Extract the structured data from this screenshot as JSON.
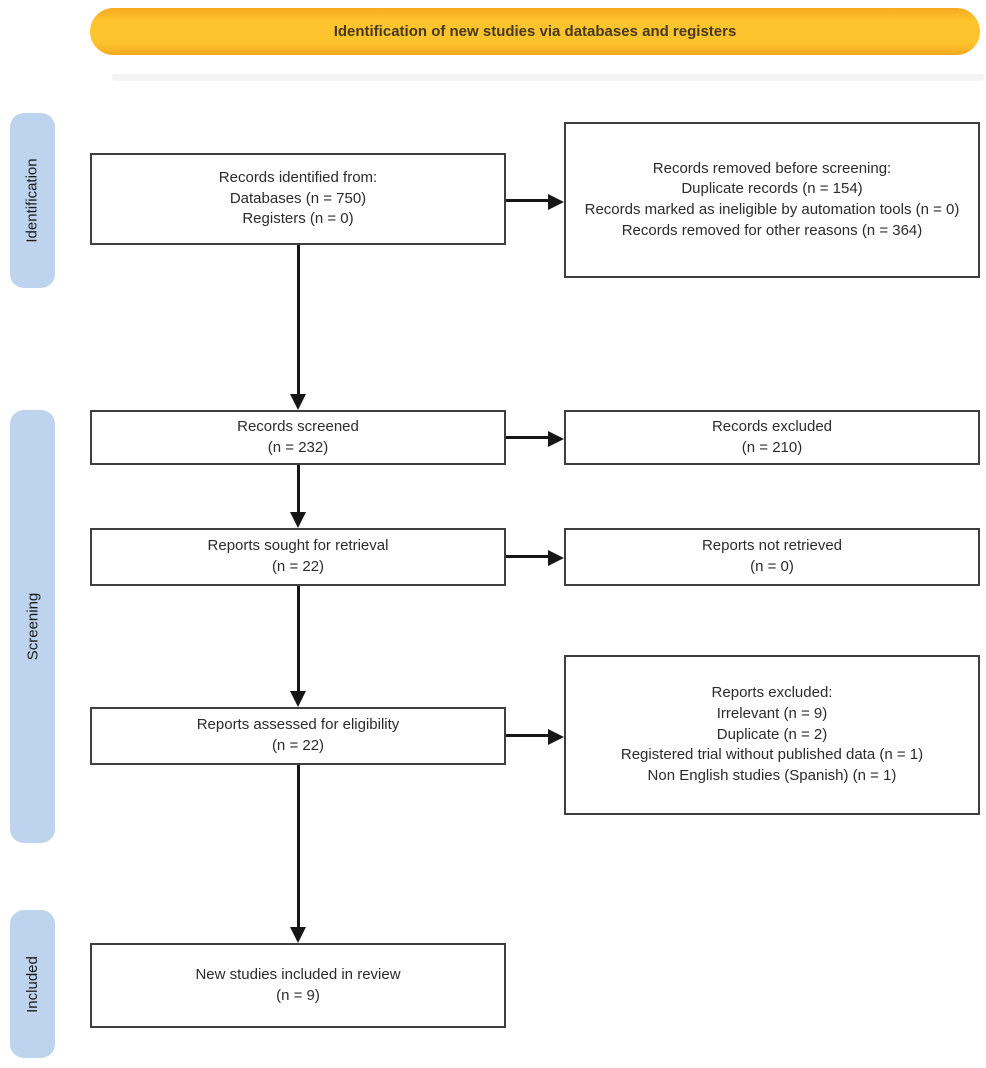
{
  "banner": {
    "label": "Identification of new studies via databases and registers"
  },
  "stages": [
    {
      "id": "identification",
      "label": "Identification"
    },
    {
      "id": "screening",
      "label": "Screening"
    },
    {
      "id": "included",
      "label": "Included"
    }
  ],
  "colors": {
    "banner_fill": "#FDC42E",
    "stage_fill": "#BDD3EE",
    "box_border": "#3E3E3E",
    "arrow": "#161616"
  },
  "flow": {
    "records_identified": {
      "lines": [
        "Records identified from:",
        "Databases (n = 750)",
        "Registers (n = 0)"
      ]
    },
    "records_removed": {
      "lines": [
        "Records removed before screening:",
        "Duplicate records (n = 154)",
        "Records marked as ineligible by automation tools (n = 0)",
        "Records removed for other reasons (n = 364)"
      ]
    },
    "records_screened": {
      "lines": [
        "Records screened",
        "(n = 232)"
      ]
    },
    "records_excluded": {
      "lines": [
        "Records excluded",
        "(n = 210)"
      ]
    },
    "reports_sought": {
      "lines": [
        "Reports sought for retrieval",
        "(n = 22)"
      ]
    },
    "reports_not_retrieved": {
      "lines": [
        "Reports not retrieved",
        "(n = 0)"
      ]
    },
    "reports_assessed": {
      "lines": [
        "Reports assessed for eligibility",
        "(n = 22)"
      ]
    },
    "reports_excluded": {
      "lines": [
        "Reports excluded:",
        "Irrelevant (n = 9)",
        "Duplicate (n = 2)",
        "Registered trial without published data (n = 1)",
        "Non English studies (Spanish) (n = 1)"
      ]
    },
    "new_studies_included": {
      "lines": [
        "New studies included in review",
        "(n = 9)"
      ]
    }
  }
}
